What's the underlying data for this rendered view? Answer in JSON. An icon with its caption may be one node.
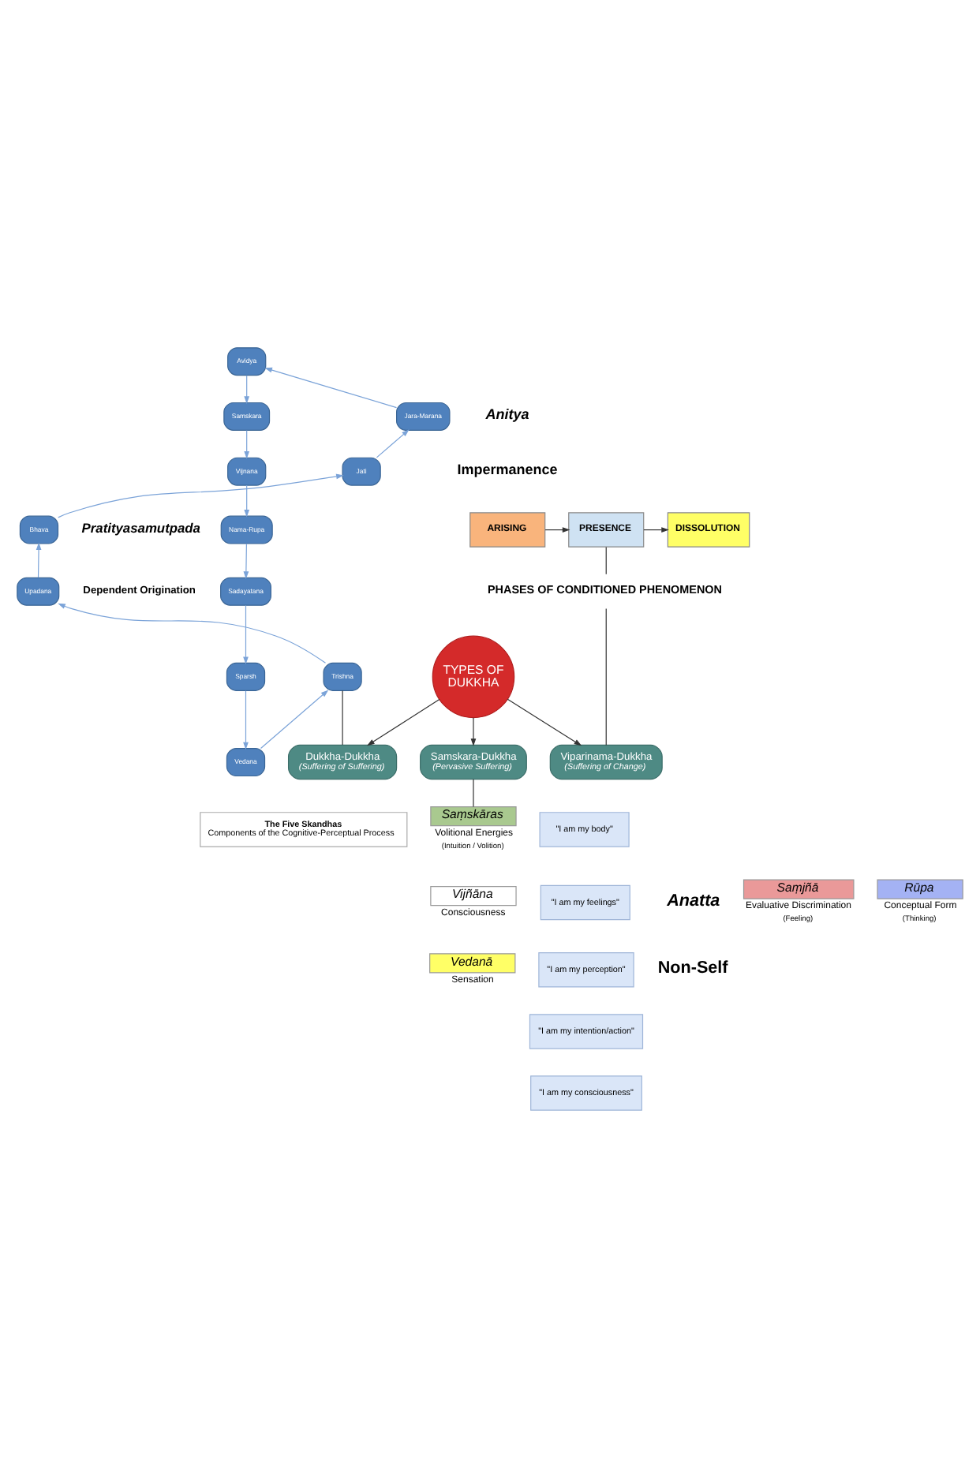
{
  "diagram": {
    "nodes": [
      {
        "text": [
          "Avidya"
        ]
      },
      {
        "text": [
          "Samskara"
        ]
      },
      {
        "text": [
          "Vijnana"
        ]
      },
      {
        "text": [
          "Nama-Rupa"
        ]
      },
      {
        "text": [
          "Sadayatana"
        ]
      },
      {
        "text": [
          "Sparsh"
        ]
      },
      {
        "text": [
          "Vedana"
        ]
      },
      {
        "text": [
          "Trishna"
        ]
      },
      {
        "text": [
          "Upadana"
        ]
      },
      {
        "text": [
          "Bhava"
        ]
      },
      {
        "text": [
          "Jati"
        ]
      },
      {
        "text": [
          "Jara-Marana"
        ]
      },
      {
        "text": [
          "ARISING"
        ]
      },
      {
        "text": [
          "PRESENCE"
        ]
      },
      {
        "text": [
          "DISSOLUTION"
        ]
      },
      {
        "text": [
          "PHASES OF CONDITIONED PHENOMENON"
        ]
      },
      {
        "text": [
          "Dukkha-Dukkha",
          "(Suffering of Suffering)"
        ]
      },
      {
        "text": [
          "Viparinama-Dukkha",
          "(Suffering of Change)"
        ]
      },
      {
        "text": [
          "TYPES OF DUKKHA"
        ]
      },
      {
        "text": [
          "Samskara-Dukkha",
          "(Pervasive Suffering)"
        ]
      },
      {
        "text": [
          "The Five Skandhas",
          "Components of the Cognitive-Perceptual Process"
        ]
      },
      {
        "text": [
          "Saṃskāras"
        ],
        "beside": [
          "Volitional Energies",
          "(Intuition / Volition)"
        ]
      },
      {
        "text": [
          "Saṃjñā"
        ],
        "beside": [
          "Evaluative Discrimination",
          "(Feeling)"
        ]
      },
      {
        "text": [
          "Vijñāna"
        ],
        "beside": [
          "Consciousness"
        ]
      },
      {
        "text": [
          "Rūpa"
        ],
        "beside": [
          "Conceptual Form",
          "(Thinking)"
        ]
      },
      {
        "text": [
          "Vedanā"
        ],
        "beside": [
          "Sensation"
        ]
      },
      {
        "text": [
          "\"I am my body\""
        ]
      },
      {
        "text": [
          "\"I am my feelings\""
        ]
      },
      {
        "text": [
          "\"I am my perception\""
        ]
      },
      {
        "text": [
          "\"I am my intention/action\""
        ]
      },
      {
        "text": [
          "\"I am my consciousness\""
        ]
      }
    ],
    "edges": [
      {
        "from": 0,
        "to": 1,
        "arrow": "to",
        "color": "#7ba3d8"
      },
      {
        "from": 1,
        "to": 2,
        "arrow": "to",
        "color": "#7ba3d8"
      },
      {
        "from": 2,
        "to": 3,
        "arrow": "to",
        "color": "#7ba3d8"
      },
      {
        "from": 3,
        "to": 4,
        "arrow": "to",
        "color": "#7ba3d8"
      },
      {
        "from": 4,
        "to": 5,
        "arrow": "to",
        "color": "#7ba3d8"
      },
      {
        "from": 5,
        "to": 6,
        "arrow": "to",
        "color": "#7ba3d8"
      },
      {
        "from": 6,
        "to": 7,
        "arrow": "to",
        "color": "#7ba3d8"
      },
      {
        "from": 7,
        "to": 8,
        "arrow": "to",
        "color": "#7ba3d8"
      },
      {
        "from": 8,
        "to": 9,
        "arrow": "to",
        "color": "#7ba3d8"
      },
      {
        "from": 9,
        "to": 10,
        "arrow": "to",
        "color": "#7ba3d8"
      },
      {
        "from": 10,
        "to": 11,
        "arrow": "to",
        "color": "#7ba3d8"
      },
      {
        "from": 11,
        "to": 0,
        "arrow": "to",
        "color": "#7ba3d8"
      },
      {
        "from": 12,
        "to": 13,
        "arrow": "to",
        "color": "#333333"
      },
      {
        "from": 13,
        "to": 14,
        "arrow": "to",
        "color": "#333333"
      },
      {
        "from": 13,
        "to": 15,
        "arrow": "none",
        "color": "#333333"
      },
      {
        "from": 15,
        "to": 17,
        "arrow": "none",
        "color": "#333333"
      },
      {
        "from": 7,
        "to": 16,
        "arrow": "none",
        "color": "#333333"
      },
      {
        "from": 18,
        "to": 16,
        "arrow": "to",
        "color": "#333333"
      },
      {
        "from": 18,
        "to": 17,
        "arrow": "to",
        "color": "#333333"
      },
      {
        "from": 18,
        "to": 19,
        "arrow": "to",
        "color": "#333333"
      },
      {
        "from": 19,
        "to": 21,
        "arrow": "none",
        "color": "#333333"
      }
    ],
    "labels": [
      "Pratityasamutpada",
      "Dependent Origination",
      "Anitya",
      "Impermanence",
      "Anatta",
      "Non-Self"
    ]
  }
}
